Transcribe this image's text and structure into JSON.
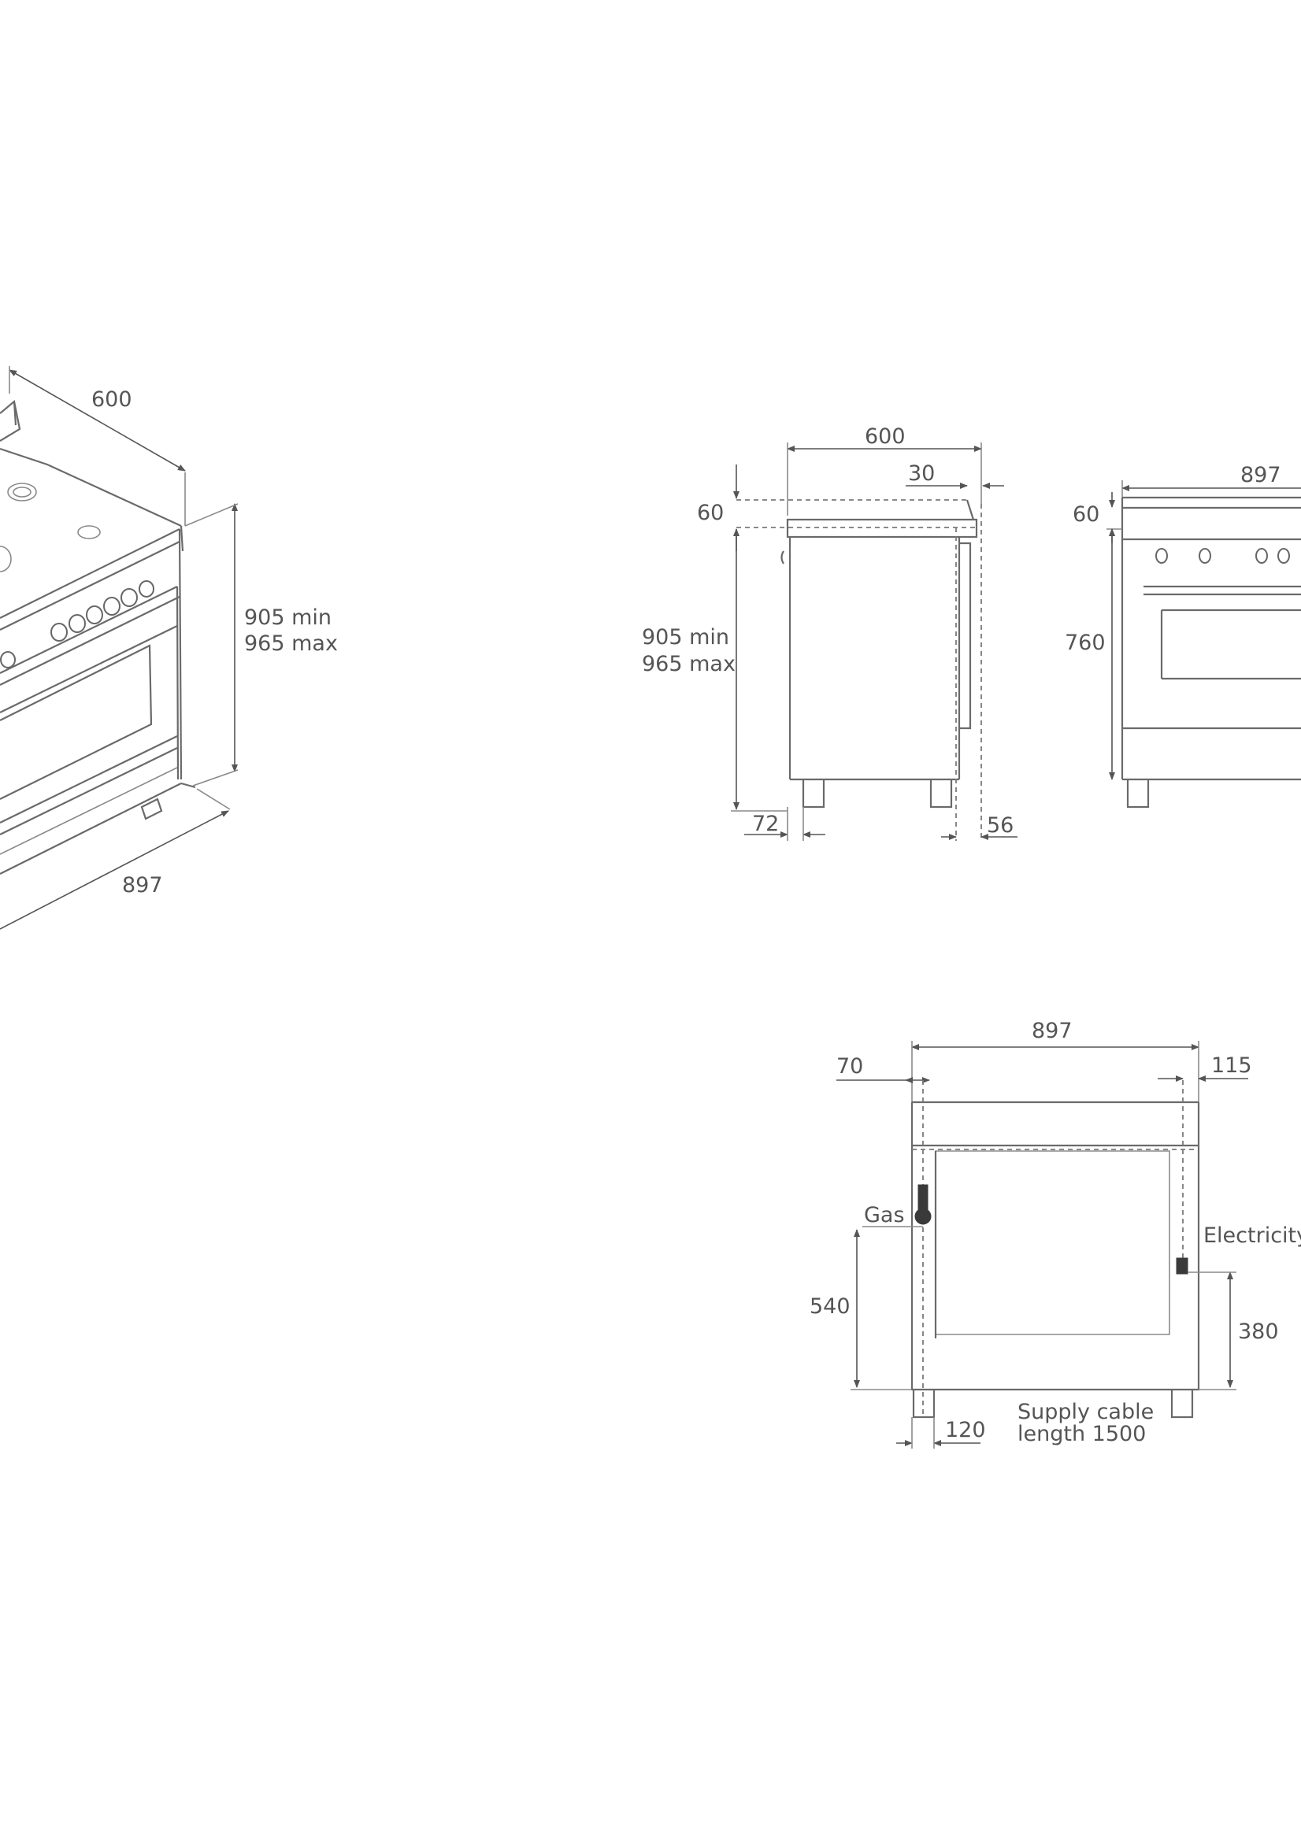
{
  "iso_view": {
    "depth": "600",
    "height_min": "905 min",
    "height_max": "965 max",
    "width": "897"
  },
  "side_view": {
    "depth": "600",
    "offset_top": "30",
    "backguard": "60",
    "height_min": "905 min",
    "height_max": "965 max",
    "foot_front": "72",
    "foot_back": "56"
  },
  "front_view": {
    "width": "897",
    "backguard": "60",
    "body_height": "760"
  },
  "rear_view": {
    "width": "897",
    "left_offset": "70",
    "right_offset": "115",
    "gas_label": "Gas",
    "electricity_label": "Electricity",
    "gas_height": "540",
    "electric_height": "380",
    "bottom_offset": "120",
    "cable_line1": "Supply cable",
    "cable_line2": "length 1500"
  }
}
